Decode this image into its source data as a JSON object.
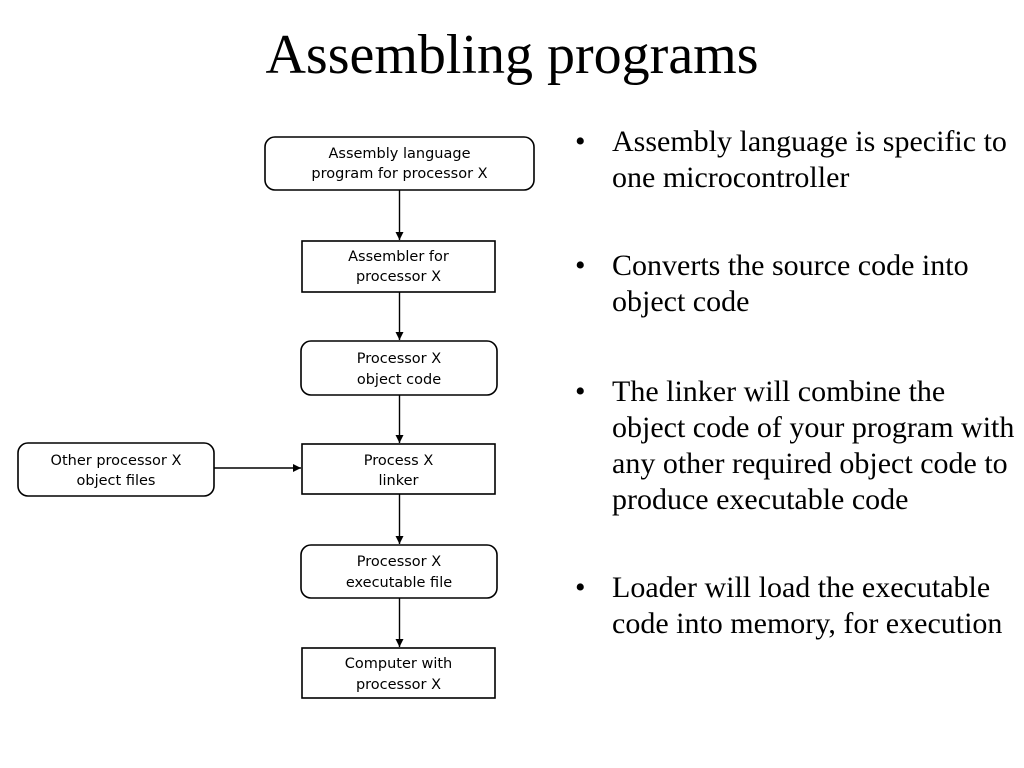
{
  "title": "Assembling programs",
  "flowchart": {
    "nodes": [
      {
        "line1": "Assembly language",
        "line2": "program for processor X"
      },
      {
        "line1": "Assembler for",
        "line2": "processor X"
      },
      {
        "line1": "Processor X",
        "line2": "object code"
      },
      {
        "line1": "Process X",
        "line2": "linker"
      },
      {
        "line1": "Processor X",
        "line2": "executable file"
      },
      {
        "line1": "Computer with",
        "line2": "processor X"
      }
    ],
    "side_node": {
      "line1": "Other processor X",
      "line2": "object files"
    }
  },
  "bullets": [
    "Assembly language is specific to one microcontroller",
    "Converts the source code into object code",
    "The linker will combine the object code of your program with any other required object code to produce executable code",
    "Loader will load the executable code into memory, for execution"
  ]
}
